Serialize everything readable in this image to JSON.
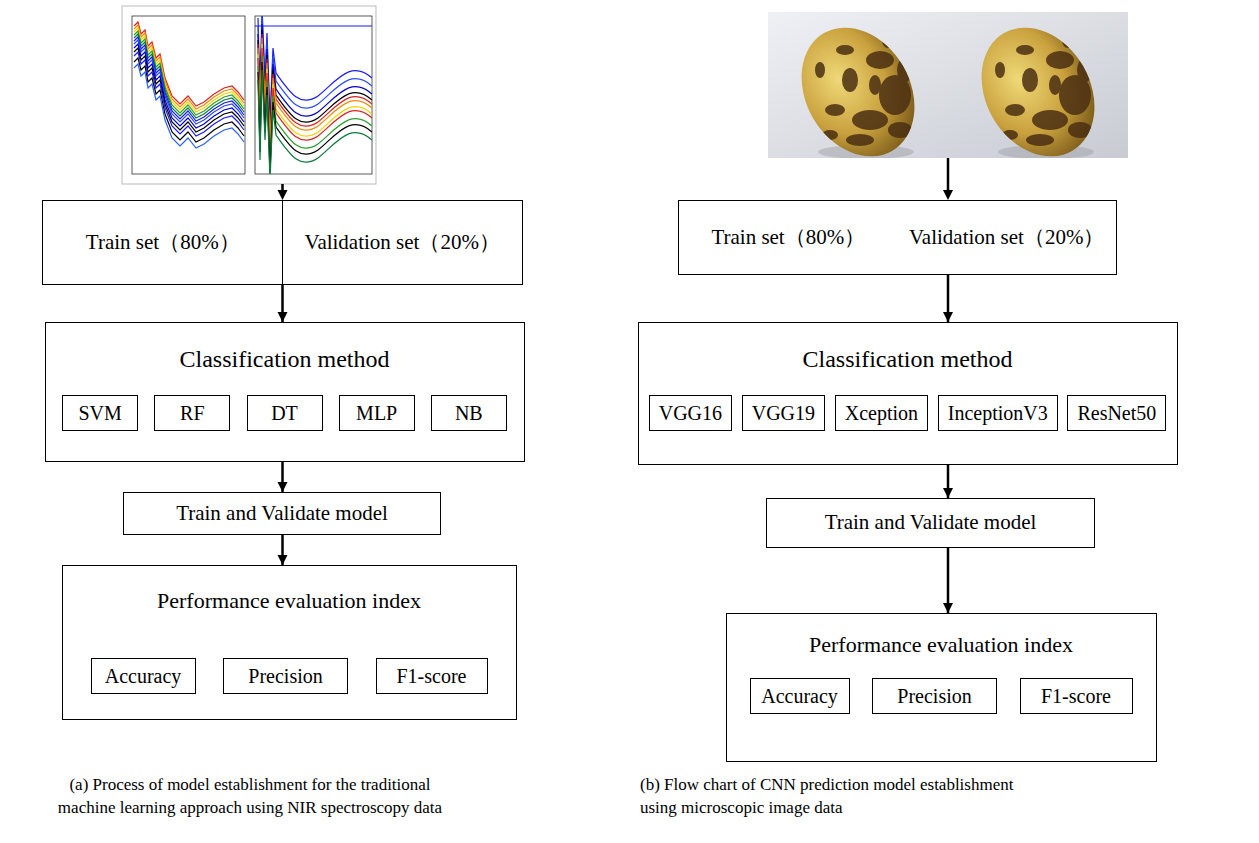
{
  "diagram": {
    "nodes": [
      {
        "text": [
          "Train set（80%）",
          "Validation set（20%）"
        ]
      },
      {
        "text": [
          "Classification method"
        ]
      },
      {
        "text": [
          "SVM"
        ],
        "in": 1
      },
      {
        "text": [
          "RF"
        ],
        "in": 1
      },
      {
        "text": [
          "DT"
        ],
        "in": 1
      },
      {
        "text": [
          "MLP"
        ],
        "in": 1
      },
      {
        "text": [
          "NB"
        ],
        "in": 1
      },
      {
        "text": [
          "Train and Validate model"
        ]
      },
      {
        "text": [
          "Performance evaluation index"
        ]
      },
      {
        "text": [
          "Accuracy"
        ],
        "in": 8
      },
      {
        "text": [
          "Precision"
        ],
        "in": 8
      },
      {
        "text": [
          "F1-score"
        ],
        "in": 8
      },
      {
        "text": [
          "Train set（80%）",
          "Validation set（20%）"
        ]
      },
      {
        "text": [
          "Classification method"
        ]
      },
      {
        "text": [
          "VGG16"
        ],
        "in": 13
      },
      {
        "text": [
          "VGG19"
        ],
        "in": 13
      },
      {
        "text": [
          "Xception"
        ],
        "in": 13
      },
      {
        "text": [
          "InceptionV3"
        ],
        "in": 13
      },
      {
        "text": [
          "ResNet50"
        ],
        "in": 13
      },
      {
        "text": [
          "Train and Validate model"
        ]
      },
      {
        "text": [
          "Performance evaluation index"
        ]
      },
      {
        "text": [
          "Accuracy"
        ],
        "in": 20
      },
      {
        "text": [
          "Precision"
        ],
        "in": 20
      },
      {
        "text": [
          "F1-score"
        ],
        "in": 20
      }
    ],
    "edges": [
      {
        "from": 0,
        "to": 1,
        "arrow": "to"
      },
      {
        "from": 1,
        "to": 7,
        "arrow": "to"
      },
      {
        "from": 7,
        "to": 8,
        "arrow": "to"
      },
      {
        "from": 12,
        "to": 13,
        "arrow": "to"
      },
      {
        "from": 13,
        "to": 19,
        "arrow": "to"
      },
      {
        "from": 19,
        "to": 20,
        "arrow": "to"
      }
    ],
    "labels": [
      "(a) Process of model establishment for the traditional machine learning approach using NIR spectroscopy data",
      "(b) Flow chart of CNN prediction model establishment using microscopic image data"
    ]
  }
}
